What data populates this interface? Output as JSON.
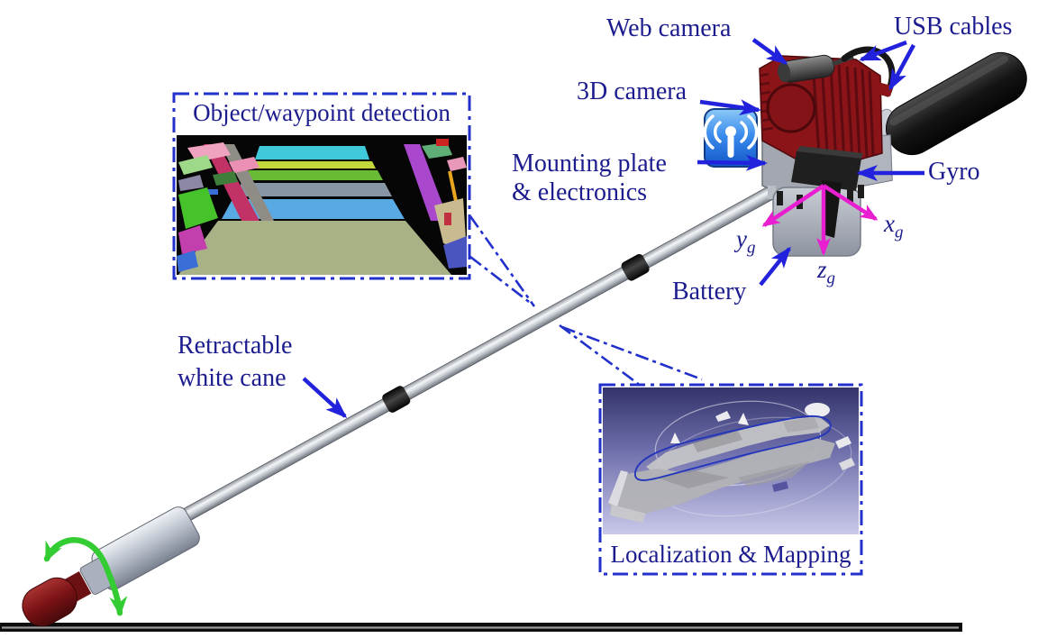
{
  "figure": {
    "labels": {
      "web_camera": "Web camera",
      "usb_cables": "USB cables",
      "camera_3d": "3D camera",
      "mounting_plate_line1": "Mounting plate",
      "mounting_plate_line2": "& electronics",
      "gyro": "Gyro",
      "battery": "Battery",
      "cane_line1": "Retractable",
      "cane_line2": "white cane"
    },
    "axes": {
      "x": {
        "main": "x",
        "sub": "g"
      },
      "y": {
        "main": "y",
        "sub": "g"
      },
      "z": {
        "main": "z",
        "sub": "g"
      }
    },
    "insets": {
      "detection": {
        "title": "Object/waypoint detection"
      },
      "mapping": {
        "title": "Localization & Mapping"
      }
    },
    "icons": {
      "wifi": "wifi-signal-icon"
    },
    "colors": {
      "label_text": "#1c1c8f",
      "arrow_blue": "#2222dd",
      "axis_magenta": "#e81ed0",
      "rotation_green": "#33cc33",
      "inset_border": "#2230cc",
      "camera_body_red": "#8a1418",
      "cane_tip_red": "#7a1215"
    }
  }
}
